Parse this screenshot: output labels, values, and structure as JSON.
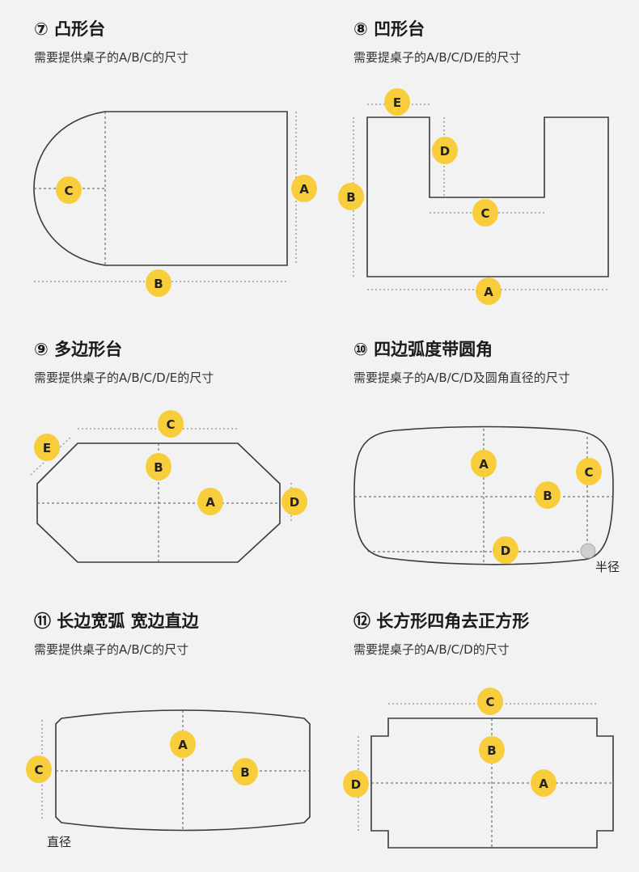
{
  "panels": [
    {
      "title": "⑦ 凸形台",
      "subtitle": "需要提供桌子的A/B/C的尺寸"
    },
    {
      "title": "⑧ 凹形台",
      "subtitle": "需要提桌子的A/B/C/D/E的尺寸"
    },
    {
      "title": "⑨ 多边形台",
      "subtitle": "需要提供桌子的A/B/C/D/E的尺寸"
    },
    {
      "title": "⑩ 四边弧度带圆角",
      "subtitle": "需要提桌子的A/B/C/D及圆角直径的尺寸",
      "note": "半径"
    },
    {
      "title": "⑪ 长边宽弧 宽边直边",
      "subtitle": "需要提供桌子的A/B/C的尺寸",
      "note": "直径"
    },
    {
      "title": "⑫ 长方形四角去正方形",
      "subtitle": "需要提桌子的A/B/C/D的尺寸"
    }
  ],
  "labels": {
    "A": "A",
    "B": "B",
    "C": "C",
    "D": "D",
    "E": "E"
  },
  "colors": {
    "badge": "#f8cd3b",
    "background": "#f2f2f2"
  }
}
